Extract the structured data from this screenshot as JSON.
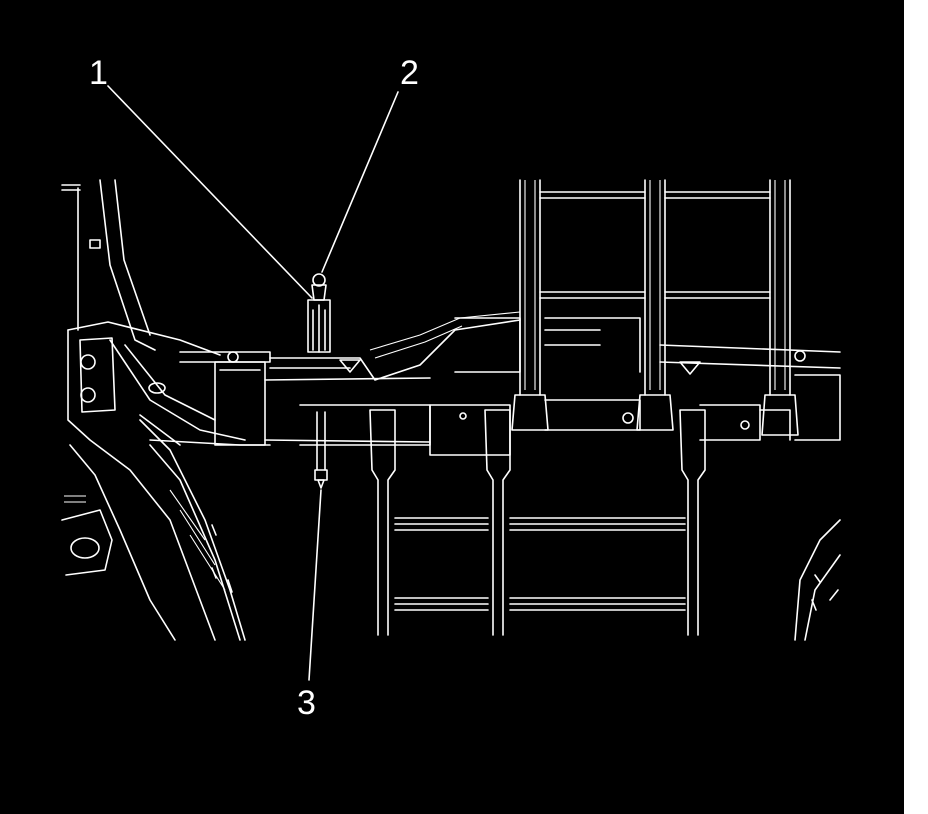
{
  "diagram": {
    "callouts": [
      {
        "label": "1"
      },
      {
        "label": "2"
      },
      {
        "label": "3"
      }
    ]
  },
  "colors": {
    "background": "#000000",
    "linework": "#ffffff"
  }
}
